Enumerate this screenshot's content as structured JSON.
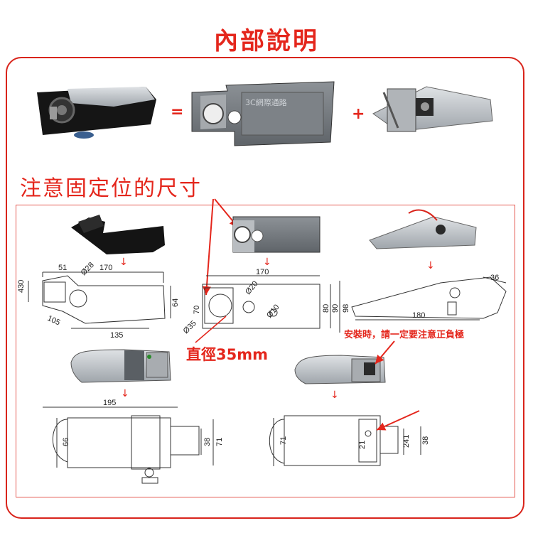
{
  "title": "內部說明",
  "labels": {
    "equals": "=",
    "plus": "+",
    "fix_dimensions": "注意固定位的尺寸",
    "diameter_note": "直徑35mm",
    "polarity_note": "安裝時，請一定要注意正負極",
    "down_arrow": "↓"
  },
  "dimensions": {
    "left": {
      "w430": "430",
      "w51": "51",
      "d28": "Ø28",
      "w170": "170",
      "h64": "64",
      "w105": "105",
      "w135": "135"
    },
    "center": {
      "w170": "170",
      "d20": "Ø20",
      "h70": "70",
      "h80": "80",
      "h90": "90",
      "h98": "98",
      "d10": "Ø10",
      "d35": "Ø35"
    },
    "right": {
      "w36": "36",
      "w180": "180"
    },
    "bottom_left": {
      "w195": "195",
      "h66": "66",
      "h38": "38",
      "h71": "71"
    },
    "bottom_right": {
      "h71": "71",
      "h21": "21",
      "h241": "241",
      "h38": "38"
    }
  },
  "colors": {
    "accent": "#e4261c",
    "frame": "#d9241b",
    "metal": "#c8ccd0",
    "dark": "#1a1a1a"
  }
}
